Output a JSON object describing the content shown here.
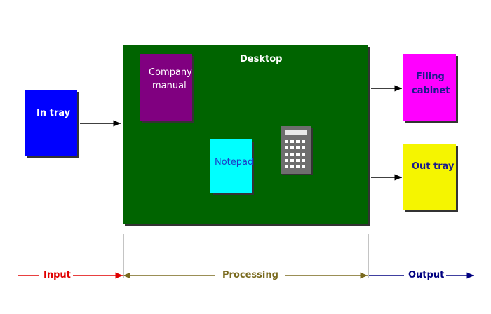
{
  "in_tray": {
    "label": "In tray",
    "color": "#0000ff"
  },
  "desktop": {
    "label": "Desktop",
    "color": "#006400"
  },
  "company_manual": {
    "line1": "Company",
    "line2": "manual",
    "color": "#800080"
  },
  "notepad": {
    "label": "Notepad",
    "color": "#00ffff"
  },
  "calculator": {
    "icon": "calculator-icon"
  },
  "filing_cabinet": {
    "line1": "Filing",
    "line2": "cabinet",
    "color": "#ff00ff"
  },
  "out_tray": {
    "label": "Out tray",
    "color": "#f5f500"
  },
  "stages": {
    "input": {
      "label": "Input",
      "color": "#e00000"
    },
    "processing": {
      "label": "Processing",
      "color": "#7a6a1e"
    },
    "output": {
      "label": "Output",
      "color": "#000080"
    }
  }
}
